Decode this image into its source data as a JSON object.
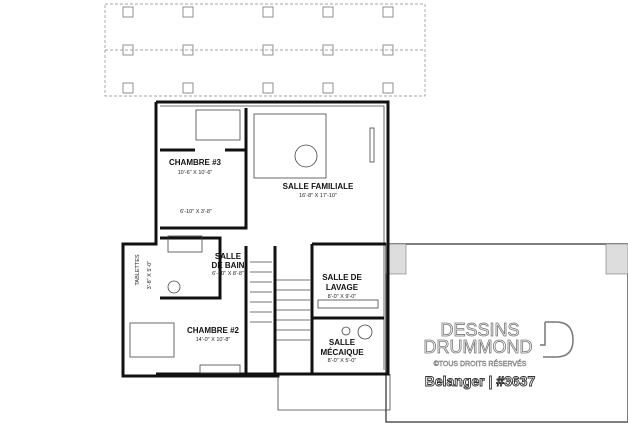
{
  "rooms": {
    "chambre3": {
      "name": "CHAMBRE #3",
      "dims": "10'-6\" X 10'-6\""
    },
    "closet": {
      "dims": "6'-10\" X 3'-8\""
    },
    "familiale": {
      "name": "SALLE FAMILIALE",
      "dims": "16'-8\" X 17'-10\""
    },
    "bain": {
      "name1": "SALLE",
      "name2": "DE BAIN",
      "dims": "6'-10\" X 8'-8\""
    },
    "tablettes": {
      "name": "TABLETTES",
      "dims": "3'-8\" X 5'-0\""
    },
    "chambre2": {
      "name": "CHAMBRE #2",
      "dims": "14'-0\" X 10'-8\""
    },
    "lavage": {
      "name1": "SALLE DE",
      "name2": "LAVAGE",
      "dims": "8'-0\" X 9'-0\""
    },
    "mecanique": {
      "name1": "SALLE",
      "name2": "MÉCAIQUE",
      "dims": "8'-0\" X 5'-0\""
    }
  },
  "logo": {
    "line1": "DESSINS",
    "line2": "DRUMMOND",
    "copyright": "©TOUS DROITS RÉSERVÉS"
  },
  "plan_label": "Belanger | #3637"
}
